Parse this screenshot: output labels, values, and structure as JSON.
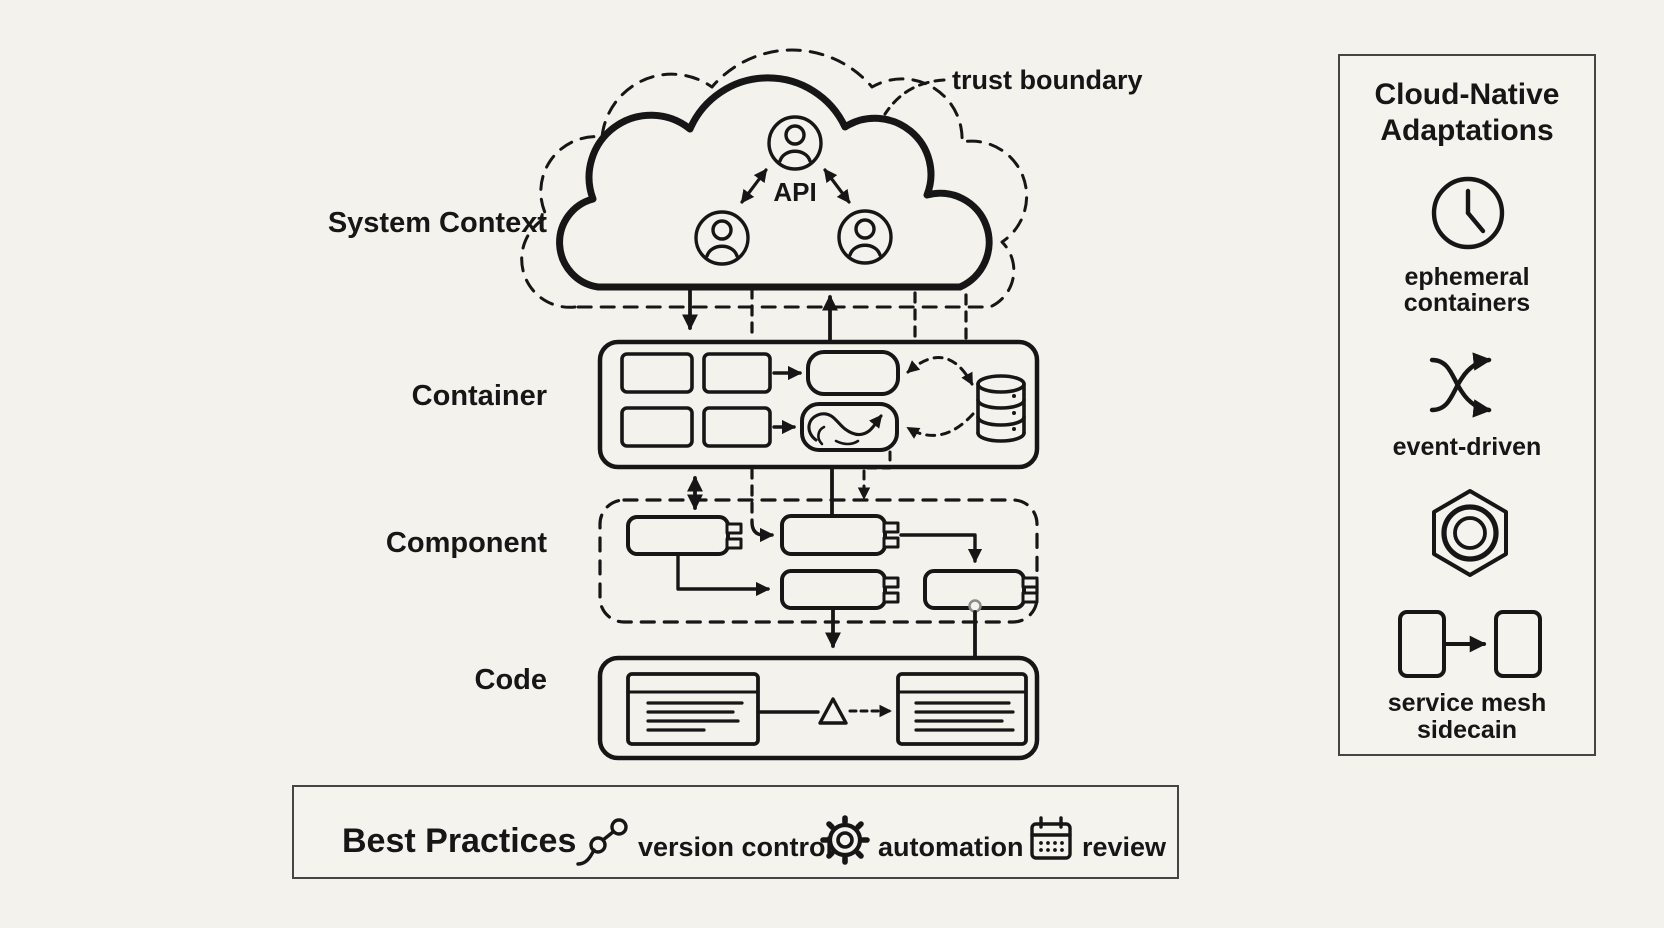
{
  "page": {
    "background_color": "#f4f2ec",
    "ink_color": "#161616",
    "panel_border_color": "#454545"
  },
  "levels": {
    "system_context": "System Context",
    "container": "Container",
    "component": "Component",
    "code": "Code"
  },
  "cloud": {
    "api_label": "API",
    "trust_boundary_label": "trust boundary",
    "icons": [
      "user-icon",
      "user-icon",
      "user-icon"
    ]
  },
  "container_level": {
    "icons": [
      "knot-icon",
      "database-icon"
    ]
  },
  "code_level": {
    "icons": [
      "code-editor-icon",
      "delta-triangle-icon",
      "code-editor-icon"
    ]
  },
  "sidebar": {
    "title_line1": "Cloud-Native",
    "title_line2": "Adaptations",
    "items": [
      {
        "icon": "clock-icon",
        "line1": "ephemeral",
        "line2": "containers"
      },
      {
        "icon": "shuffle-arrows-icon",
        "line1": "event-driven",
        "line2": ""
      },
      {
        "icon": "hex-nut-icon",
        "line1": "",
        "line2": ""
      },
      {
        "icon": "service-mesh-icon",
        "line1": "service mesh",
        "line2": "sidecain"
      }
    ]
  },
  "best_practices": {
    "title": "Best Practices",
    "items": [
      {
        "icon": "branch-icon",
        "label": "version control"
      },
      {
        "icon": "gear-icon",
        "label": "automation"
      },
      {
        "icon": "calendar-icon",
        "label": "review"
      }
    ]
  }
}
